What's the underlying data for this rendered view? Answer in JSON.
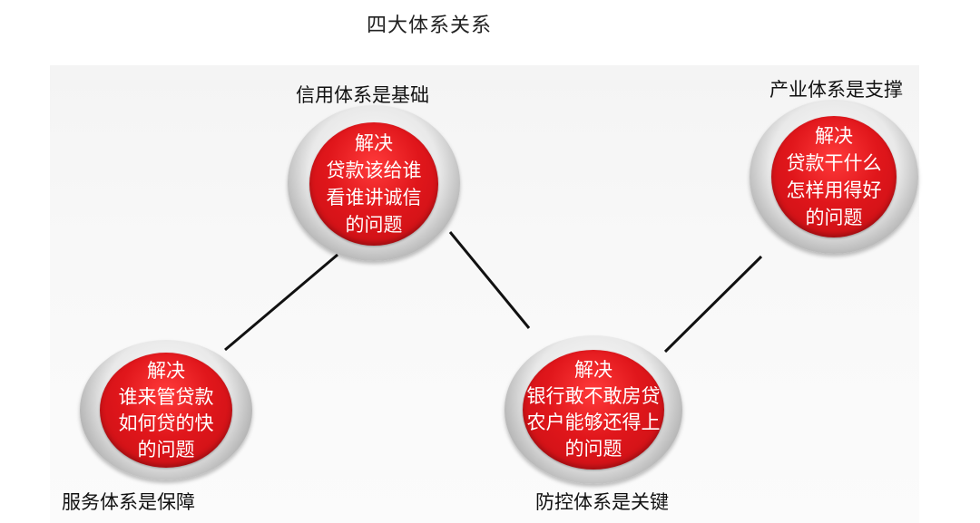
{
  "title": "四大体系关系",
  "nodes": {
    "credit": {
      "label": "信用体系是基础",
      "lines": [
        "解决",
        "贷款该给谁",
        "看谁讲诚信",
        "的问题"
      ]
    },
    "industry": {
      "label": "产业体系是支撑",
      "lines": [
        "解决",
        "贷款干什么",
        "怎样用得好",
        "的问题"
      ]
    },
    "service": {
      "label": "服务体系是保障",
      "lines": [
        "解决",
        "谁来管贷款",
        "如何贷的快",
        "的问题"
      ]
    },
    "risk": {
      "label": "防控体系是关键",
      "lines": [
        "解决",
        "银行敢不敢房贷",
        "农户能够还得上",
        "的问题"
      ]
    }
  },
  "colors": {
    "node_red": "#e0161b",
    "connector": "#111111"
  }
}
